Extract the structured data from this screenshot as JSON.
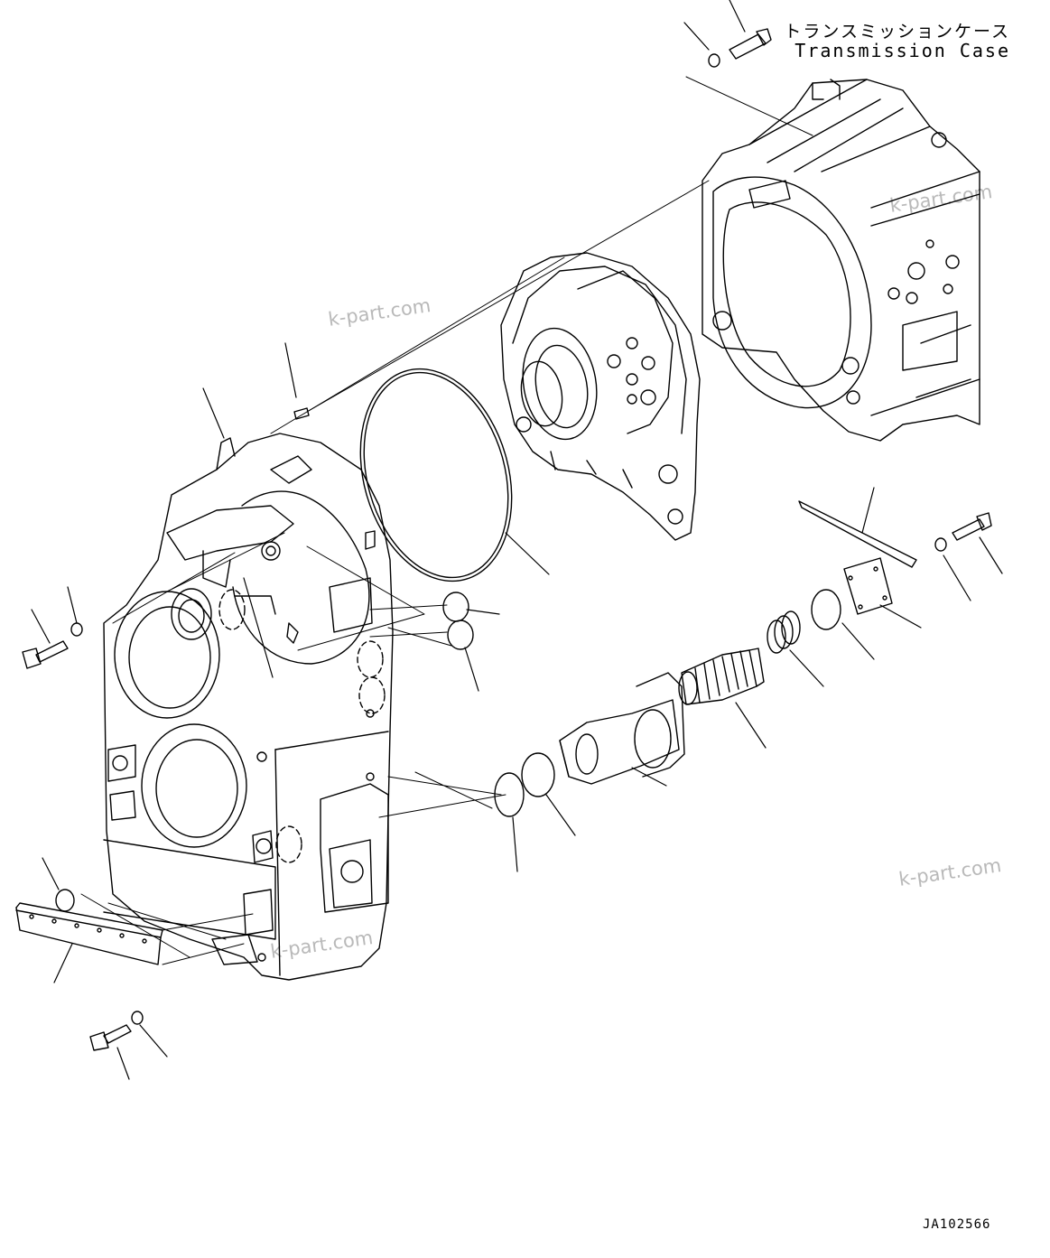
{
  "title": {
    "japanese": "トランスミッションケース",
    "english": "Transmission Case"
  },
  "drawing_id": "JA102566",
  "watermark": "k-part.com",
  "colors": {
    "line": "#000000",
    "watermark": "#b9b9b9",
    "background": "#ffffff"
  }
}
